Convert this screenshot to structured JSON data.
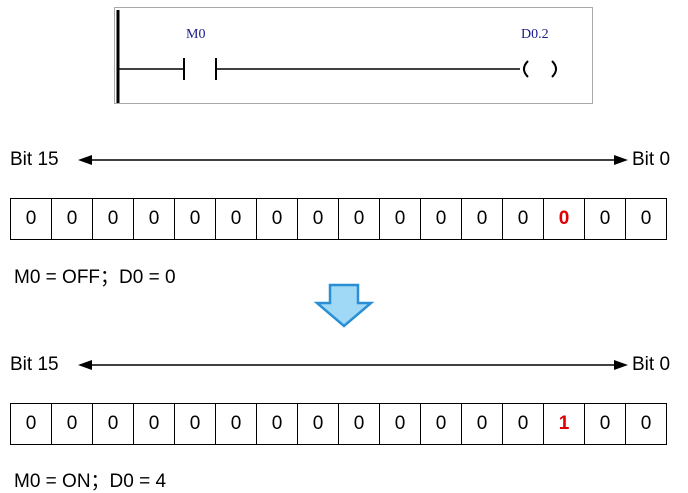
{
  "ladder": {
    "contact_label": "M0",
    "coil_label": "D0.2"
  },
  "before": {
    "bit_high_label": "Bit 15",
    "bit_low_label": "Bit 0",
    "bits": [
      "0",
      "0",
      "0",
      "0",
      "0",
      "0",
      "0",
      "0",
      "0",
      "0",
      "0",
      "0",
      "0",
      "0",
      "0",
      "0"
    ],
    "highlight_index": 13,
    "status": "M0 = OFF；D0 = 0"
  },
  "after": {
    "bit_high_label": "Bit 15",
    "bit_low_label": "Bit 0",
    "bits": [
      "0",
      "0",
      "0",
      "0",
      "0",
      "0",
      "0",
      "0",
      "0",
      "0",
      "0",
      "0",
      "0",
      "1",
      "0",
      "0"
    ],
    "highlight_index": 13,
    "status": "M0 = ON；D0 = 4"
  },
  "colors": {
    "highlight": "#e00000",
    "arrow_fill": "#9fd9f5",
    "arrow_stroke": "#2a8fd4",
    "label": "#1a1a8c"
  }
}
